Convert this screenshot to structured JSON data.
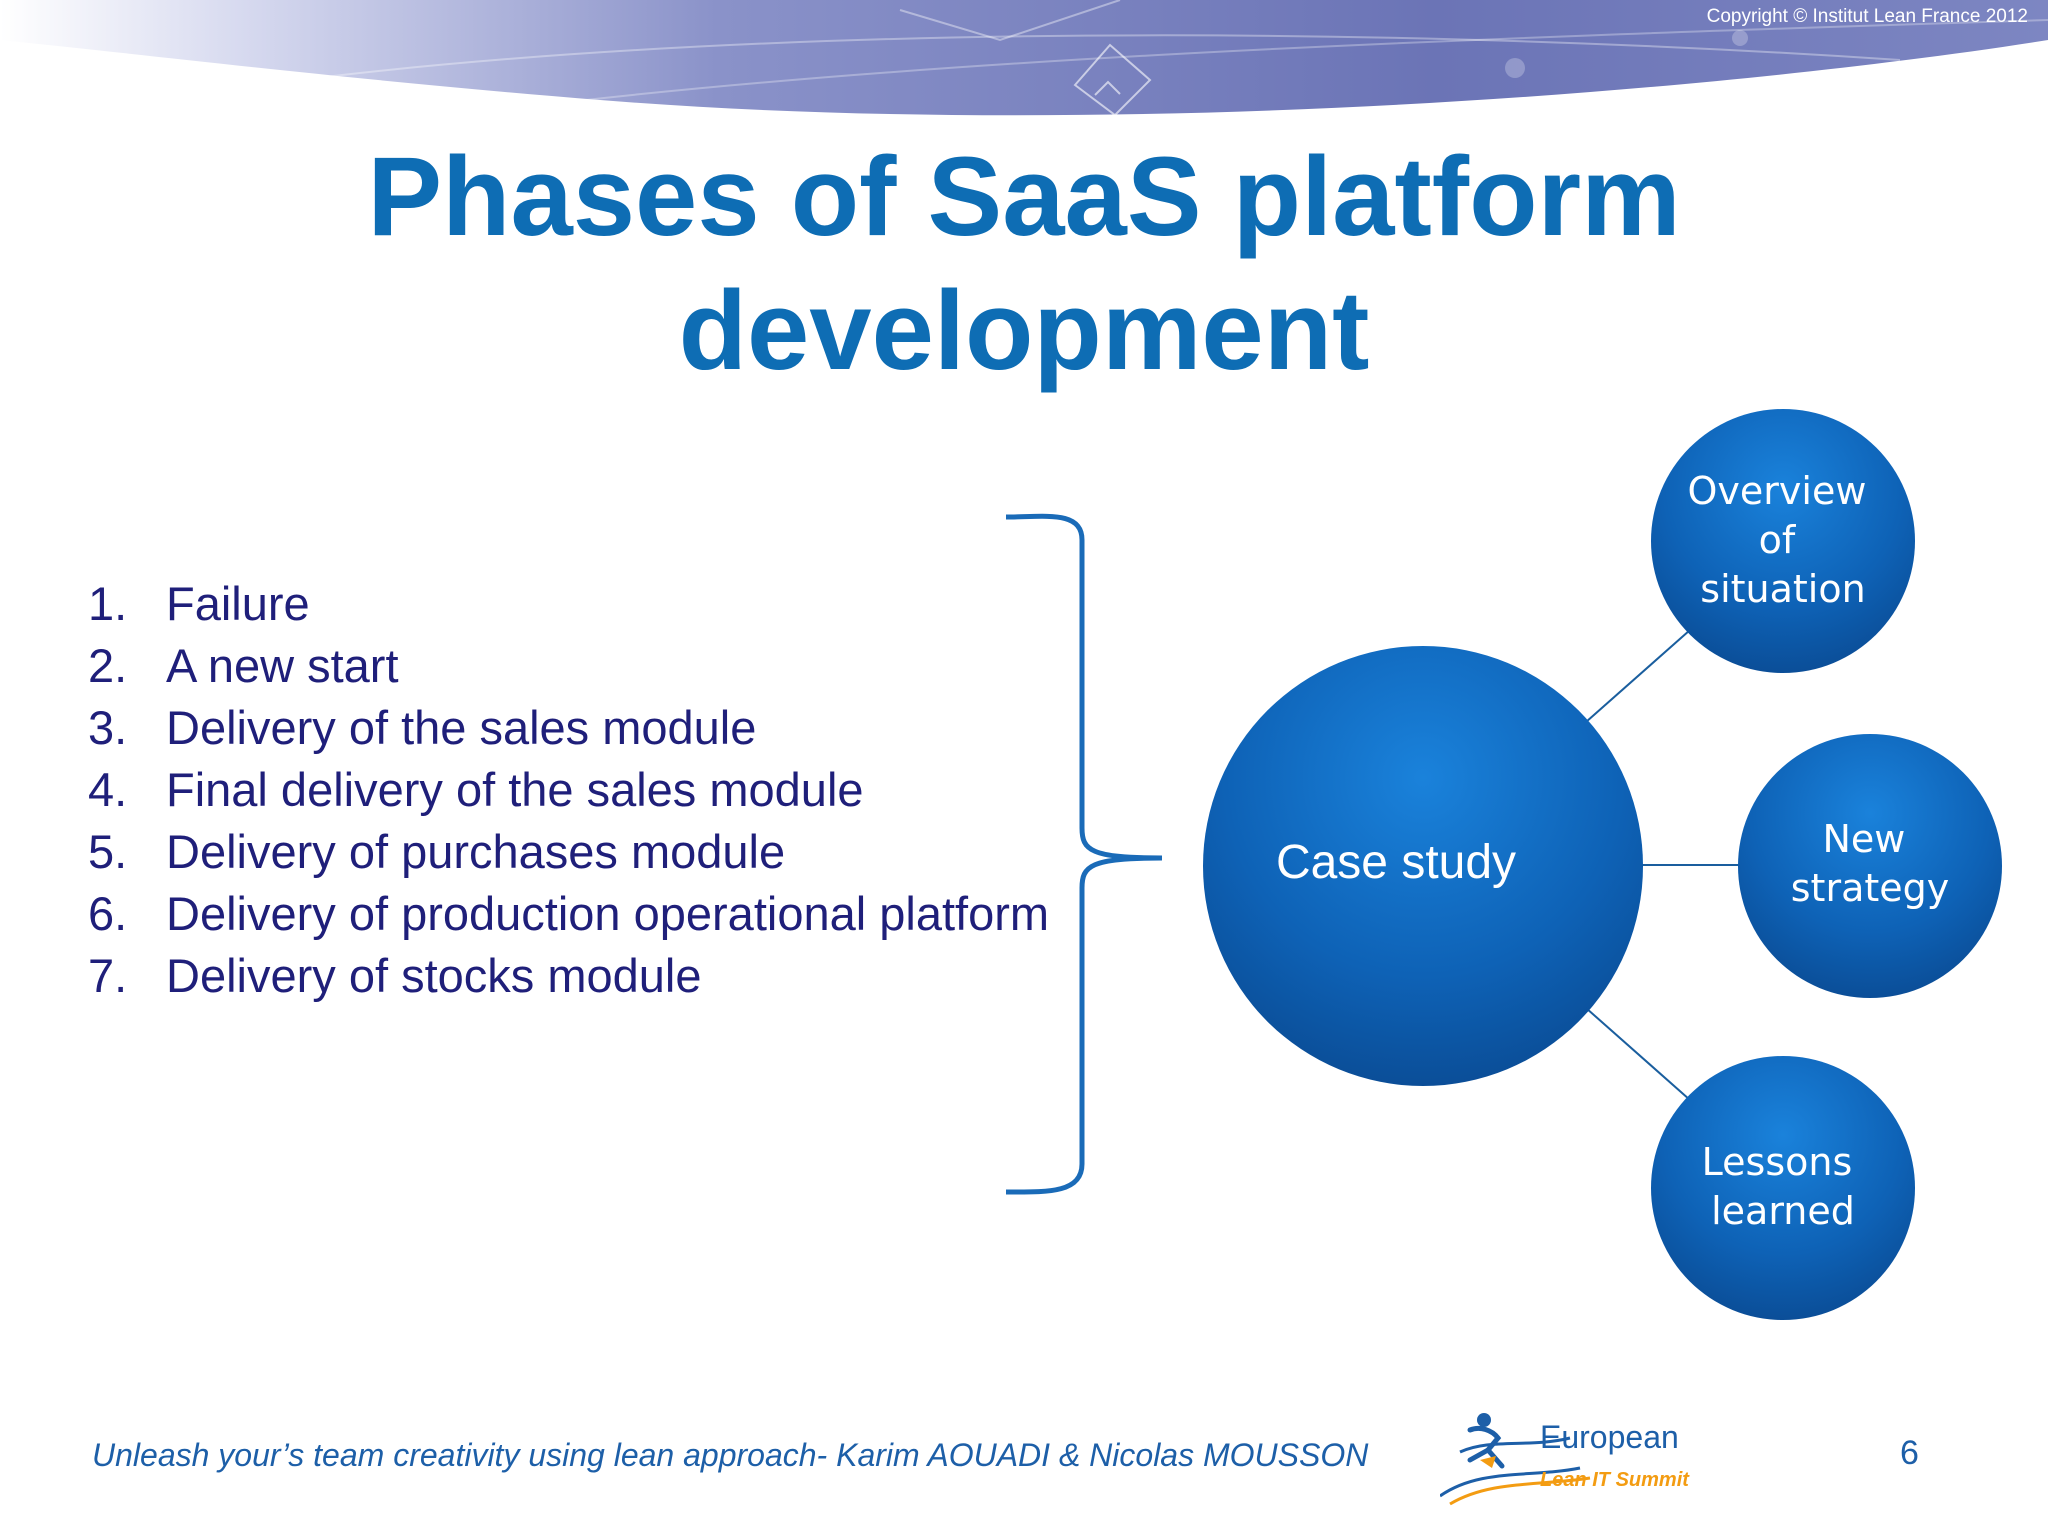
{
  "slide": {
    "copyright": "Copyright © Institut Lean France 2012",
    "title_line1": "Phases of SaaS platform",
    "title_line2": "development",
    "page_number": "6"
  },
  "phases": [
    {
      "num": "1.",
      "label": "Failure"
    },
    {
      "num": "2.",
      "label": "A new start"
    },
    {
      "num": "3.",
      "label": "Delivery of the sales module"
    },
    {
      "num": "4.",
      "label": "Final delivery of the sales module"
    },
    {
      "num": "5.",
      "label": "Delivery of purchases module"
    },
    {
      "num": "6.",
      "label": "Delivery of production operational platform"
    },
    {
      "num": "7.",
      "label": "Delivery of stocks module"
    }
  ],
  "diagram": {
    "center": "Case study",
    "nodes": [
      {
        "lines": [
          "Overview",
          "of",
          "situation"
        ]
      },
      {
        "lines": [
          "New",
          "strategy"
        ]
      },
      {
        "lines": [
          "Lessons",
          "learned"
        ]
      }
    ]
  },
  "footer": {
    "text": "Unleash your’s team creativity using lean approach- Karim AOUADI & Nicolas MOUSSON",
    "logo_text1": "European",
    "logo_text2": "Lean IT Summit"
  },
  "colors": {
    "title": "#0e6db4",
    "list_text": "#1f1f7a",
    "circle_light": "#1177d1",
    "circle_dark": "#0b4f9a",
    "banner": "#6a75b8",
    "logo_orange": "#f39c12"
  }
}
